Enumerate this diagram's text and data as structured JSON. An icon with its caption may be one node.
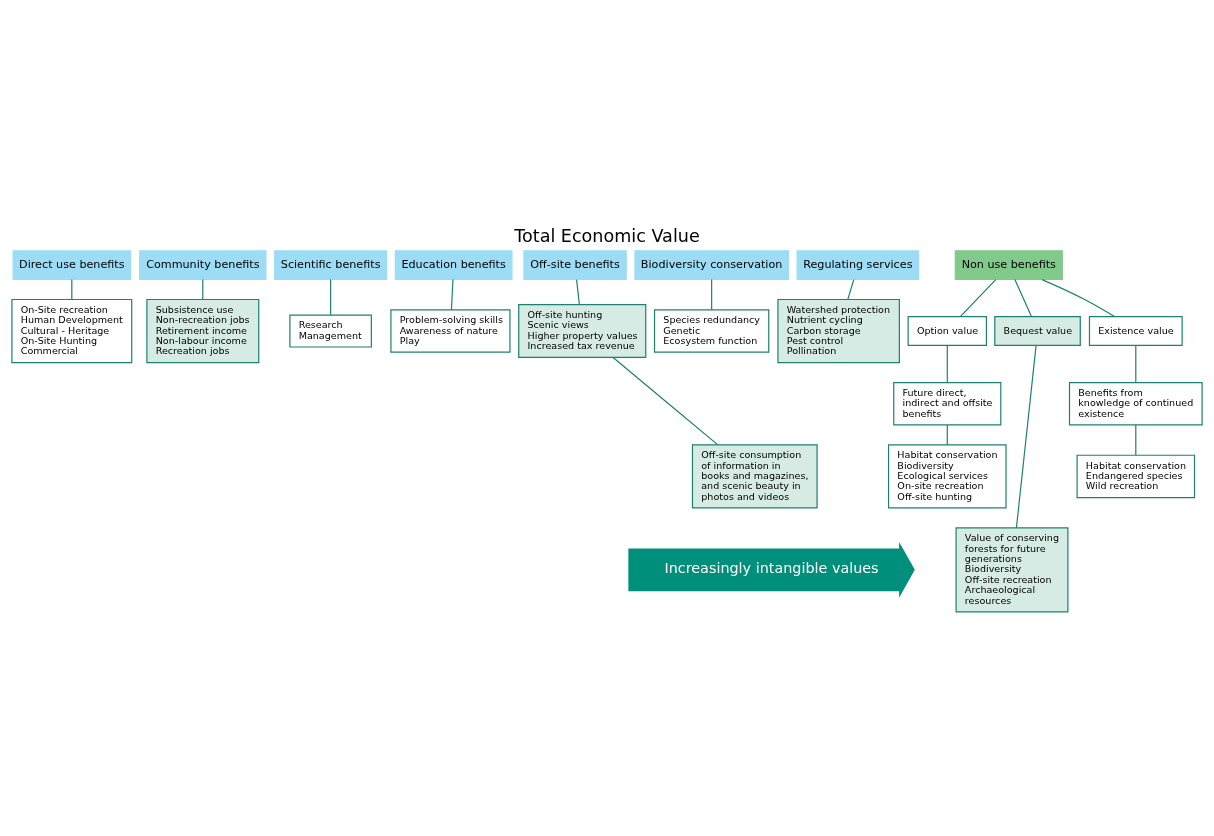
{
  "diagram": {
    "title": "Total Economic Value",
    "nodes": [
      {
        "text": [
          "Direct use benefits"
        ]
      },
      {
        "text": [
          "Community benefits"
        ]
      },
      {
        "text": [
          "Scientific benefits"
        ]
      },
      {
        "text": [
          "Education benefits"
        ]
      },
      {
        "text": [
          "Off-site benefits"
        ]
      },
      {
        "text": [
          "Biodiversity conservation"
        ]
      },
      {
        "text": [
          "Regulating services"
        ]
      },
      {
        "text": [
          "Non use benefits"
        ]
      },
      {
        "text": [
          "On-Site recreation",
          "Human Development",
          "Cultural - Heritage",
          "On-Site Hunting",
          "Commercial"
        ]
      },
      {
        "text": [
          "Subsistence use",
          "Non-recreation jobs",
          "Retirement income",
          "Non-labour income",
          "Recreation jobs"
        ]
      },
      {
        "text": [
          "Research",
          "Management"
        ]
      },
      {
        "text": [
          "Problem-solving skills",
          "Awareness of nature",
          "Play"
        ]
      },
      {
        "text": [
          "Off-site hunting",
          "Scenic views",
          "Higher property values",
          "Increased tax revenue"
        ]
      },
      {
        "text": [
          "Off-site consumption of information in books and magazines, and scenic beauty in photos and videos"
        ]
      },
      {
        "text": [
          "Species redundancy",
          "Genetic",
          "Ecosystem function"
        ]
      },
      {
        "text": [
          "Watershed protection",
          "Nutrient cycling",
          "Carbon storage",
          "Pest control",
          "Pollination"
        ]
      },
      {
        "text": [
          "Option value"
        ]
      },
      {
        "text": [
          "Bequest value"
        ]
      },
      {
        "text": [
          "Existence value"
        ]
      },
      {
        "text": [
          "Future direct, indirect and offsite benefits"
        ]
      },
      {
        "text": [
          "Habitat conservation",
          "Biodiversity",
          "Ecological services",
          "On-site recreation",
          "Off-site hunting"
        ]
      },
      {
        "text": [
          "Value of conserving forests for future generations",
          "Biodiversity",
          "Off-site recreation",
          "Archaeological resources"
        ]
      },
      {
        "text": [
          "Benefits from knowledge of continued existence"
        ]
      },
      {
        "text": [
          "Habitat conservation",
          "Endangered species",
          "Wild recreation"
        ]
      },
      {
        "text": [
          "Increasingly intangible values"
        ]
      }
    ],
    "edges": [
      {
        "from": 0,
        "to": 8,
        "arrow": "none"
      },
      {
        "from": 1,
        "to": 9,
        "arrow": "none"
      },
      {
        "from": 2,
        "to": 10,
        "arrow": "none"
      },
      {
        "from": 3,
        "to": 11,
        "arrow": "none"
      },
      {
        "from": 4,
        "to": 12,
        "arrow": "none"
      },
      {
        "from": 12,
        "to": 13,
        "arrow": "none"
      },
      {
        "from": 5,
        "to": 14,
        "arrow": "none"
      },
      {
        "from": 6,
        "to": 15,
        "arrow": "none"
      },
      {
        "from": 7,
        "to": 16,
        "arrow": "none"
      },
      {
        "from": 7,
        "to": 17,
        "arrow": "none"
      },
      {
        "from": 7,
        "to": 18,
        "arrow": "none"
      },
      {
        "from": 16,
        "to": 19,
        "arrow": "none"
      },
      {
        "from": 19,
        "to": 20,
        "arrow": "none"
      },
      {
        "from": 17,
        "to": 21,
        "arrow": "none"
      },
      {
        "from": 18,
        "to": 22,
        "arrow": "none"
      },
      {
        "from": 22,
        "to": 23,
        "arrow": "none"
      }
    ]
  }
}
